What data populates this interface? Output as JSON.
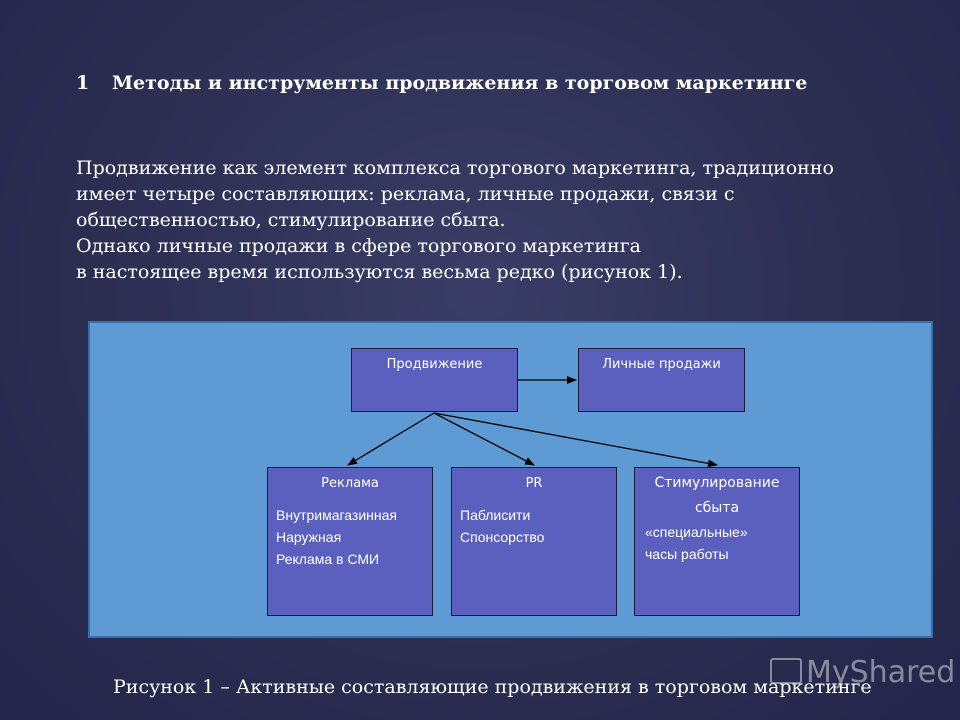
{
  "heading": {
    "number": "1",
    "text": "Методы и инструменты продвижения в торговом маркетинге"
  },
  "paragraph": {
    "lines": [
      "Продвижение как элемент комплекса торгового маркетинга, традиционно",
      "имеет четыре составляющих: реклама, личные продажи, связи с",
      "общественностью, стимулирование сбыта.",
      "Однако личные продажи в сфере торгового маркетинга",
      "в настоящее время используются весьма редко (рисунок 1)."
    ]
  },
  "diagram": {
    "promotion": {
      "title": "Продвижение"
    },
    "personal_sales": {
      "title": "Личные продажи"
    },
    "advertising": {
      "title": "Реклама",
      "items": [
        "Внутримагазинная",
        "Наружная",
        "Реклама в СМИ"
      ]
    },
    "pr": {
      "title": "PR",
      "items": [
        "Паблисити",
        "Спонсорство"
      ]
    },
    "sales_promo": {
      "title_line1": "Стимулирование",
      "title_line2": "сбыта",
      "items": [
        "«специальные»",
        "часы работы"
      ]
    },
    "colors": {
      "panel": "#5e9ad4",
      "box": "#5b5fbe",
      "arrow": "#000000"
    }
  },
  "caption": "Рисунок 1 – Активные составляющие продвижения в торговом маркетинге",
  "watermark": {
    "text": "MyShared",
    "icon": "presentation-icon"
  }
}
